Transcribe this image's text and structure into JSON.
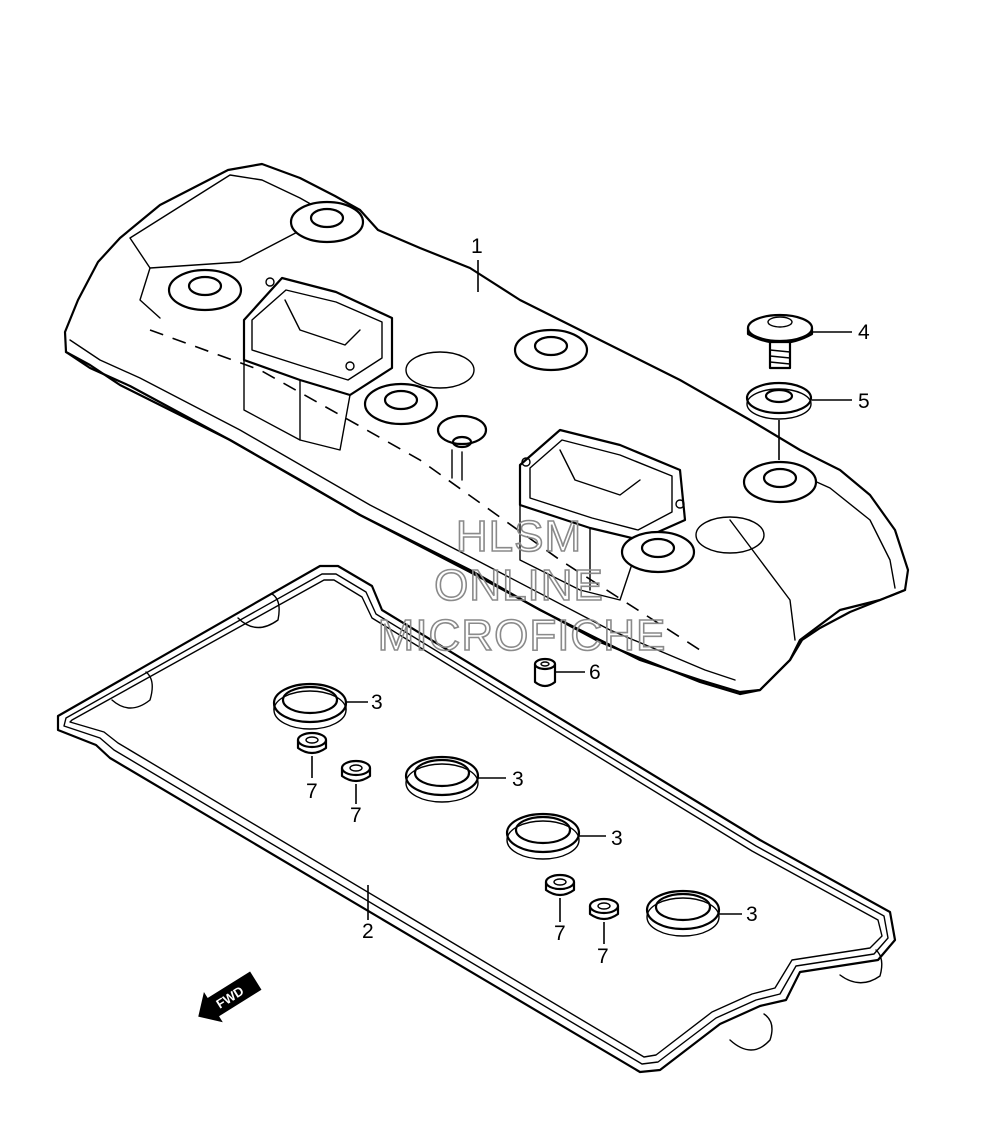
{
  "callouts": [
    {
      "id": "c1",
      "label": "1"
    },
    {
      "id": "c2",
      "label": "2"
    },
    {
      "id": "c3a",
      "label": "3"
    },
    {
      "id": "c3b",
      "label": "3"
    },
    {
      "id": "c3c",
      "label": "3"
    },
    {
      "id": "c3d",
      "label": "3"
    },
    {
      "id": "c4",
      "label": "4"
    },
    {
      "id": "c5",
      "label": "5"
    },
    {
      "id": "c6",
      "label": "6"
    },
    {
      "id": "c7a",
      "label": "7"
    },
    {
      "id": "c7b",
      "label": "7"
    },
    {
      "id": "c7c",
      "label": "7"
    },
    {
      "id": "c7d",
      "label": "7"
    }
  ],
  "watermark": {
    "line1": "HLSM",
    "line2": "ONLINE",
    "line3": "MICROFICHE"
  },
  "direction_arrow": {
    "label": "FWD"
  }
}
